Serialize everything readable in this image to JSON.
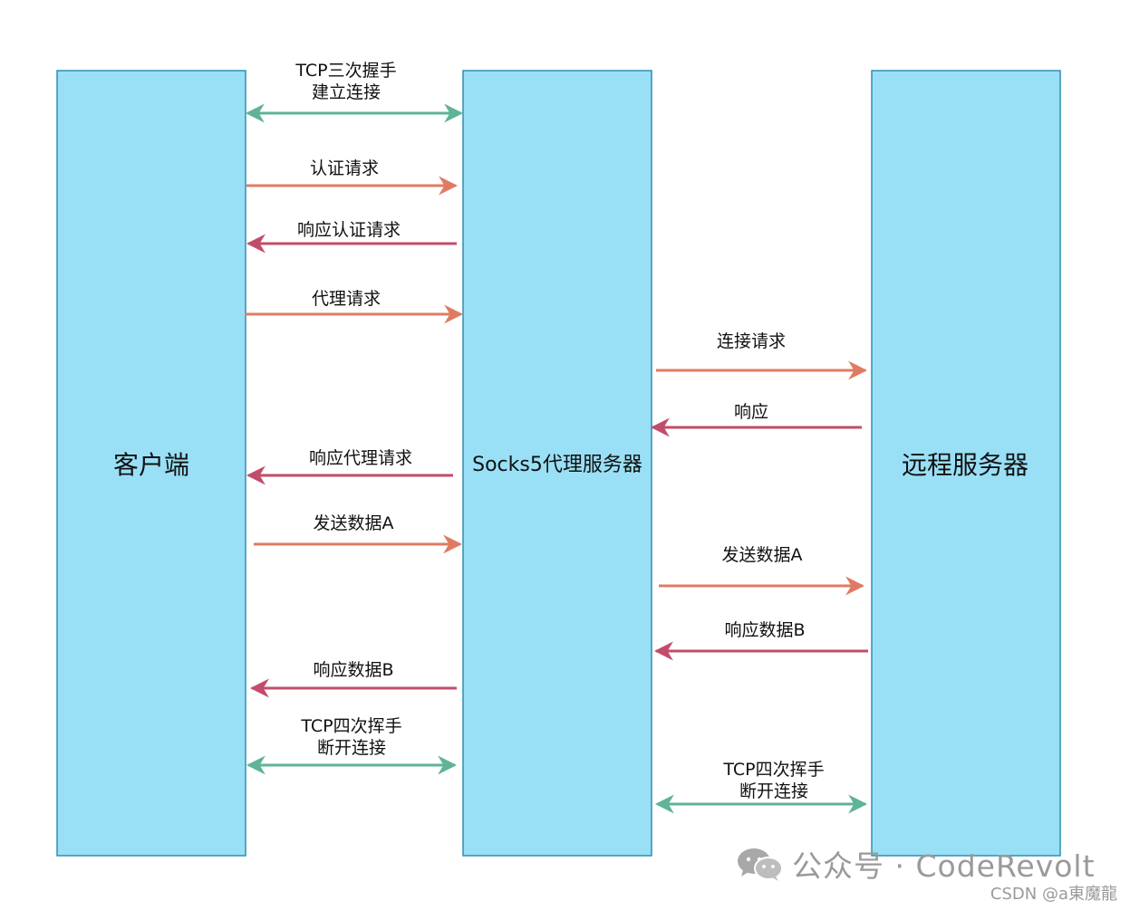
{
  "colors": {
    "box_fill": "#99e0f6",
    "box_border": "#2e8fb0",
    "green": "#5fb398",
    "orange": "#e07b63",
    "red": "#c14d6a"
  },
  "entities": {
    "client": "客户端",
    "proxy": "Socks5代理服务器",
    "remote": "远程服务器"
  },
  "messages": [
    {
      "lines": [
        "TCP三次握手",
        "建立连接"
      ],
      "color": "green"
    },
    {
      "lines": [
        "认证请求"
      ],
      "color": "orange"
    },
    {
      "lines": [
        "响应认证请求"
      ],
      "color": "red"
    },
    {
      "lines": [
        "代理请求"
      ],
      "color": "orange"
    },
    {
      "lines": [
        "连接请求"
      ],
      "color": "orange"
    },
    {
      "lines": [
        "响应"
      ],
      "color": "red"
    },
    {
      "lines": [
        "响应代理请求"
      ],
      "color": "red"
    },
    {
      "lines": [
        "发送数据A"
      ],
      "color": "orange"
    },
    {
      "lines": [
        "发送数据A"
      ],
      "color": "orange"
    },
    {
      "lines": [
        "响应数据B"
      ],
      "color": "red"
    },
    {
      "lines": [
        "响应数据B"
      ],
      "color": "red"
    },
    {
      "lines": [
        "TCP四次挥手",
        "断开连接"
      ],
      "color": "green"
    },
    {
      "lines": [
        "TCP四次挥手",
        "断开连接"
      ],
      "color": "green"
    }
  ],
  "watermark": {
    "icon": "wechat-icon",
    "text": "公众号 · CodeRevolt",
    "csdn": "CSDN @a東魔龍"
  }
}
